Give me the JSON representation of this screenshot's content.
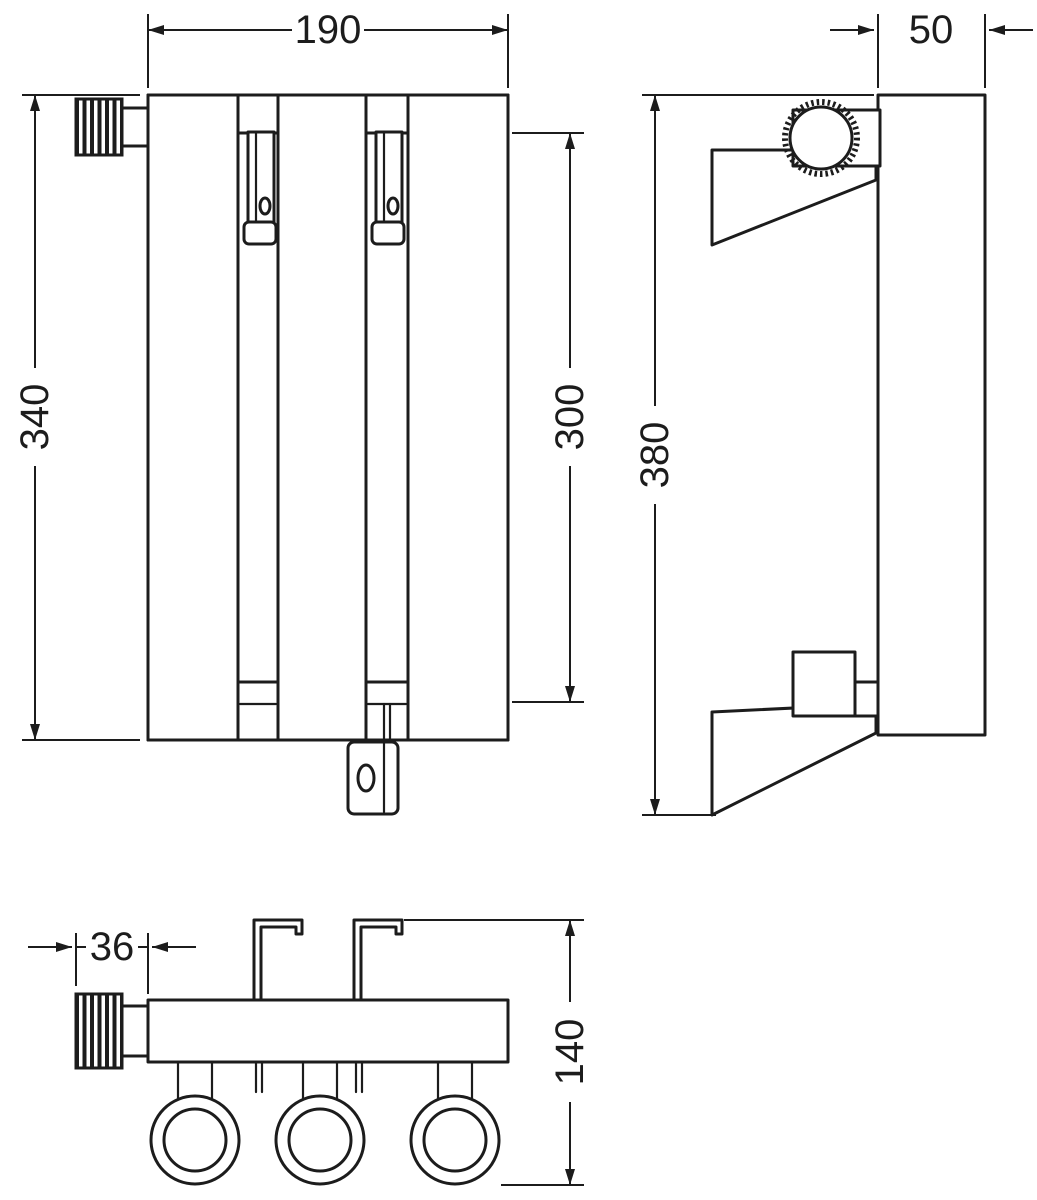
{
  "colors": {
    "line": "#1c1c1c",
    "background": "#ffffff",
    "fill": "#ffffff"
  },
  "dimensions": {
    "front_width": "190",
    "front_height": "340",
    "front_inner_height": "300",
    "side_depth": "50",
    "side_height": "380",
    "valve_width": "36",
    "bottom_depth": "140"
  }
}
